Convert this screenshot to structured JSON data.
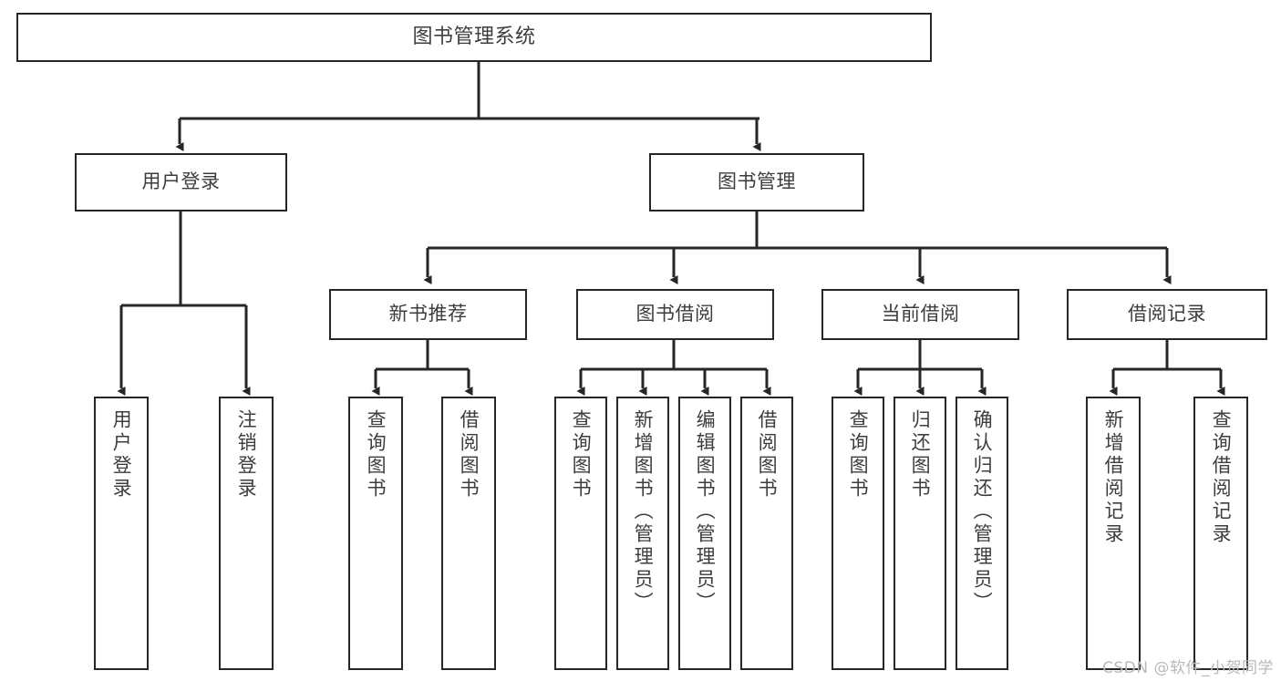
{
  "diagram": {
    "type": "tree",
    "title": "图书管理系统",
    "watermark": "CSDN @软件_小贺同学",
    "colors": {
      "background": "#ffffff",
      "box_border": "#262626",
      "box_fill": "#ffffff",
      "text": "#3d3d3d",
      "connector": "#262626",
      "watermark": "#b9b9b9"
    },
    "levels": {
      "root": {
        "label": "图书管理系统"
      },
      "level2": [
        {
          "label": "用户登录"
        },
        {
          "label": "图书管理"
        }
      ],
      "level3": [
        {
          "label": "新书推荐"
        },
        {
          "label": "图书借阅"
        },
        {
          "label": "当前借阅"
        },
        {
          "label": "借阅记录"
        }
      ],
      "leaves": {
        "user_login": [
          {
            "label": "用户登录"
          },
          {
            "label": "注销登录"
          }
        ],
        "new_book_recommend": [
          {
            "label": "查询图书"
          },
          {
            "label": "借阅图书"
          }
        ],
        "book_borrow": [
          {
            "label": "查询图书"
          },
          {
            "label": "新增图书（管理员）"
          },
          {
            "label": "编辑图书（管理员）"
          },
          {
            "label": "借阅图书"
          }
        ],
        "current_borrow": [
          {
            "label": "查询图书"
          },
          {
            "label": "归还图书"
          },
          {
            "label": "确认归还（管理员）"
          }
        ],
        "borrow_record": [
          {
            "label": "新增借阅记录"
          },
          {
            "label": "查询借阅记录"
          }
        ]
      }
    }
  }
}
